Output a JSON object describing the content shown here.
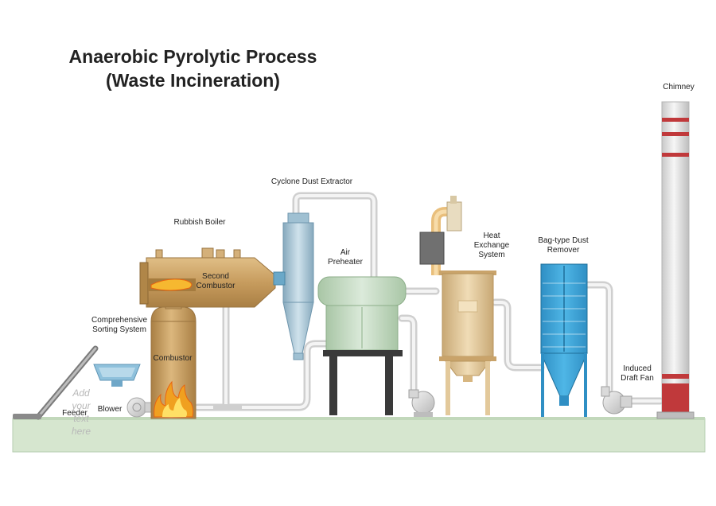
{
  "title": {
    "line1": "Anaerobic Pyrolytic Process",
    "line2": "(Waste Incineration)"
  },
  "labels": {
    "chimney": "Chimney",
    "cyclone": "Cyclone Dust Extractor",
    "rubbish_boiler": "Rubbish Boiler",
    "second_combustor": [
      "Second",
      "Combustor"
    ],
    "air_preheater": [
      "Air",
      "Preheater"
    ],
    "heat_exchange": [
      "Heat",
      "Exchange",
      "System"
    ],
    "bag_dust": [
      "Bag-type Dust",
      "Remover"
    ],
    "sorting": [
      "Comprehensive",
      "Sorting System"
    ],
    "combustor": "Combustor",
    "induced_fan": [
      "Induced",
      "Draft Fan"
    ],
    "blower": "Blower",
    "feeder": "Feeder",
    "placeholder": [
      "Add",
      "your",
      "text",
      "here"
    ]
  },
  "colors": {
    "ground": "#d6e6cf",
    "pipe": "#e2e2e2",
    "boiler": "#c9a36a",
    "cyclone": "#a9c6d6",
    "preheater": "#c6dbc4",
    "heat_exchanger": "#e3c99b",
    "bag_filter": "#3aa6d9",
    "chimney": "#e8e8e8",
    "chimney_band": "#c0393b",
    "flame": "#f0a020"
  }
}
